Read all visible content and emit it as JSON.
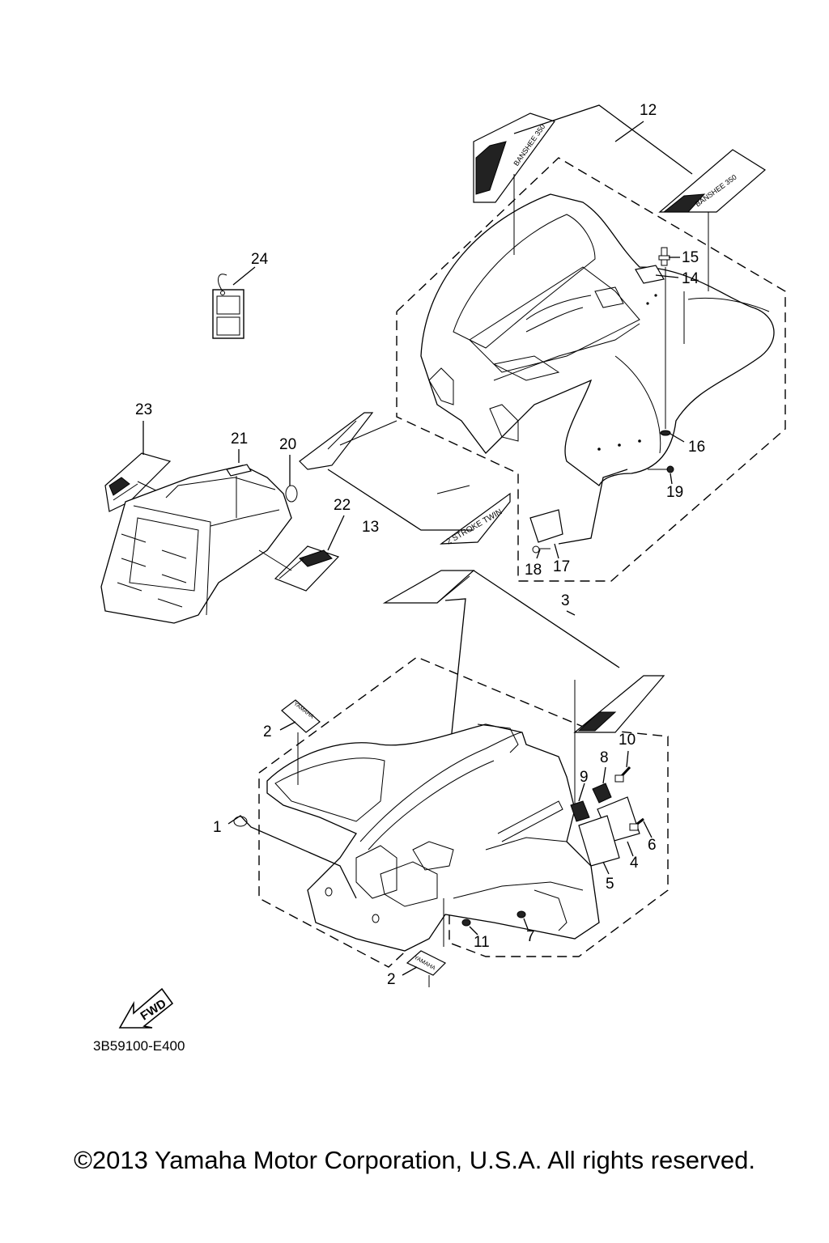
{
  "diagram": {
    "drawing_code": "3B59100-E400",
    "fwd_label": "FWD",
    "copyright": "©2013 Yamaha Motor Corporation, U.S.A. All rights reserved.",
    "decal_text": {
      "yamaha": "YAMAHA",
      "banshee": "BANSHEE 350",
      "two_stroke": "2 STROKE TWIN"
    },
    "callouts": [
      "1",
      "2",
      "3",
      "4",
      "5",
      "6",
      "7",
      "8",
      "9",
      "10",
      "11",
      "12",
      "13",
      "14",
      "15",
      "16",
      "17",
      "18",
      "19",
      "20",
      "21",
      "22",
      "23",
      "24"
    ]
  }
}
